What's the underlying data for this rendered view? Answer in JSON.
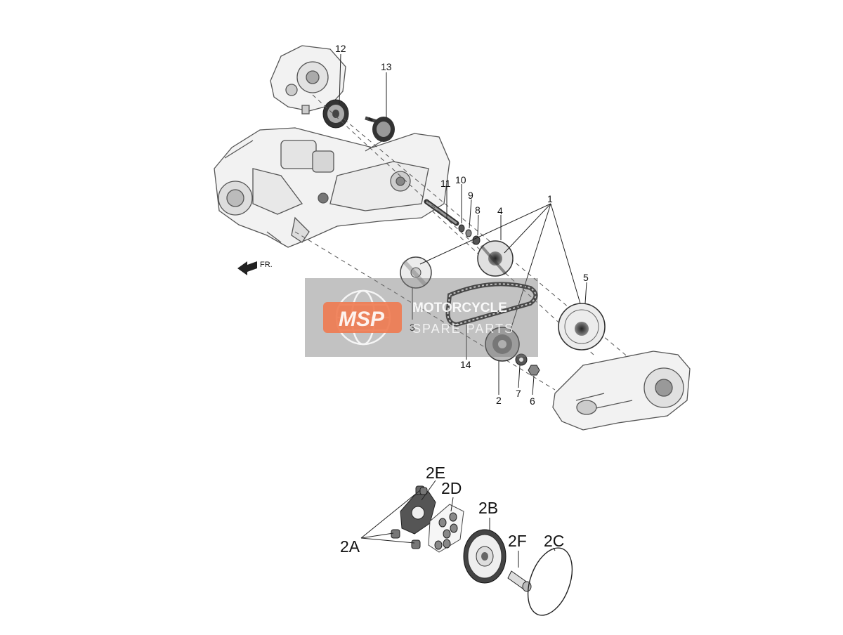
{
  "diagram": {
    "callouts_top": [
      "1",
      "2",
      "3",
      "4",
      "5",
      "6",
      "7",
      "8",
      "9",
      "10",
      "11",
      "12",
      "13",
      "14"
    ],
    "callouts_bottom": [
      "2A",
      "2B",
      "2C",
      "2D",
      "2E",
      "2F"
    ],
    "direction_label": "FR."
  },
  "watermark": {
    "logo_text": "MSP",
    "line1": "MOTORCYCLE",
    "line2": "SPARE PARTS",
    "colors": {
      "logo": "#f07a50",
      "band": "#777777"
    }
  }
}
